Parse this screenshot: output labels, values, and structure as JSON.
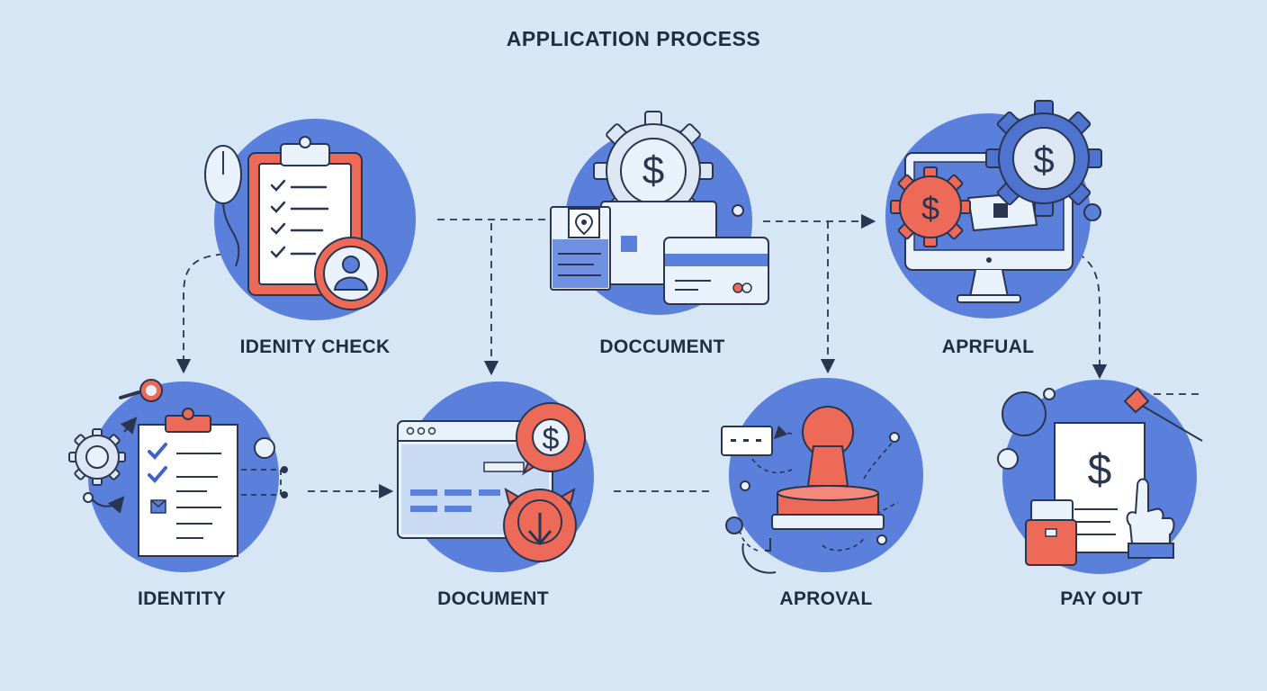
{
  "title": "APPLICATION PROCESS",
  "steps": {
    "identity_check": "IDENITY CHECK",
    "document_top": "DOCCUMENT",
    "aprfual": "APRFUAL",
    "identity": "IDENTITY",
    "document": "DOCUMENT",
    "aproval": "APROVAL",
    "pay_out": "PAY OUT"
  },
  "colors": {
    "background": "#d6e6f5",
    "circle": "#5b80dc",
    "accent": "#ee6a58",
    "outline": "#2a3550",
    "panel": "#e9f1fb",
    "text": "#1f2d3f"
  },
  "icons": {
    "identity_check": [
      "clipboard-icon",
      "user-avatar-icon",
      "mouse-icon"
    ],
    "document_top": [
      "dollar-gear-icon",
      "location-pin-icon",
      "credit-card-icon"
    ],
    "aprfual": [
      "monitor-icon",
      "dollar-gear-icon",
      "banknote-icon"
    ],
    "identity": [
      "checklist-icon",
      "gear-icon",
      "magnifier-icon"
    ],
    "document": [
      "browser-window-icon",
      "dollar-coin-icon",
      "download-icon"
    ],
    "aproval": [
      "stamp-icon",
      "message-bubble-icon"
    ],
    "pay_out": [
      "invoice-icon",
      "hand-pointer-icon",
      "briefcase-icon",
      "pen-icon"
    ],
    "currency_symbol": "$"
  }
}
